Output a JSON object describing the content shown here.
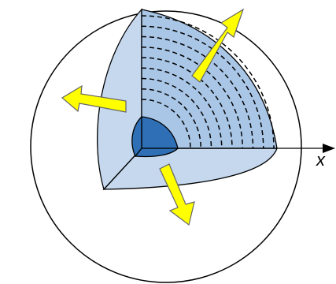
{
  "diagram": {
    "axis_label": "x",
    "colors": {
      "background": "#ffffff",
      "outline": "#000000",
      "sphere_face": "#ffffff",
      "shell_light": "#c5d8ee",
      "shell_dark": "#a9c6e6",
      "core": "#2e6fb6",
      "arrow_fill": "#ffff00",
      "arrow_stroke": "#666666"
    },
    "arrows": [
      "up-right",
      "left",
      "down"
    ],
    "dashed_shell_count": 9
  }
}
